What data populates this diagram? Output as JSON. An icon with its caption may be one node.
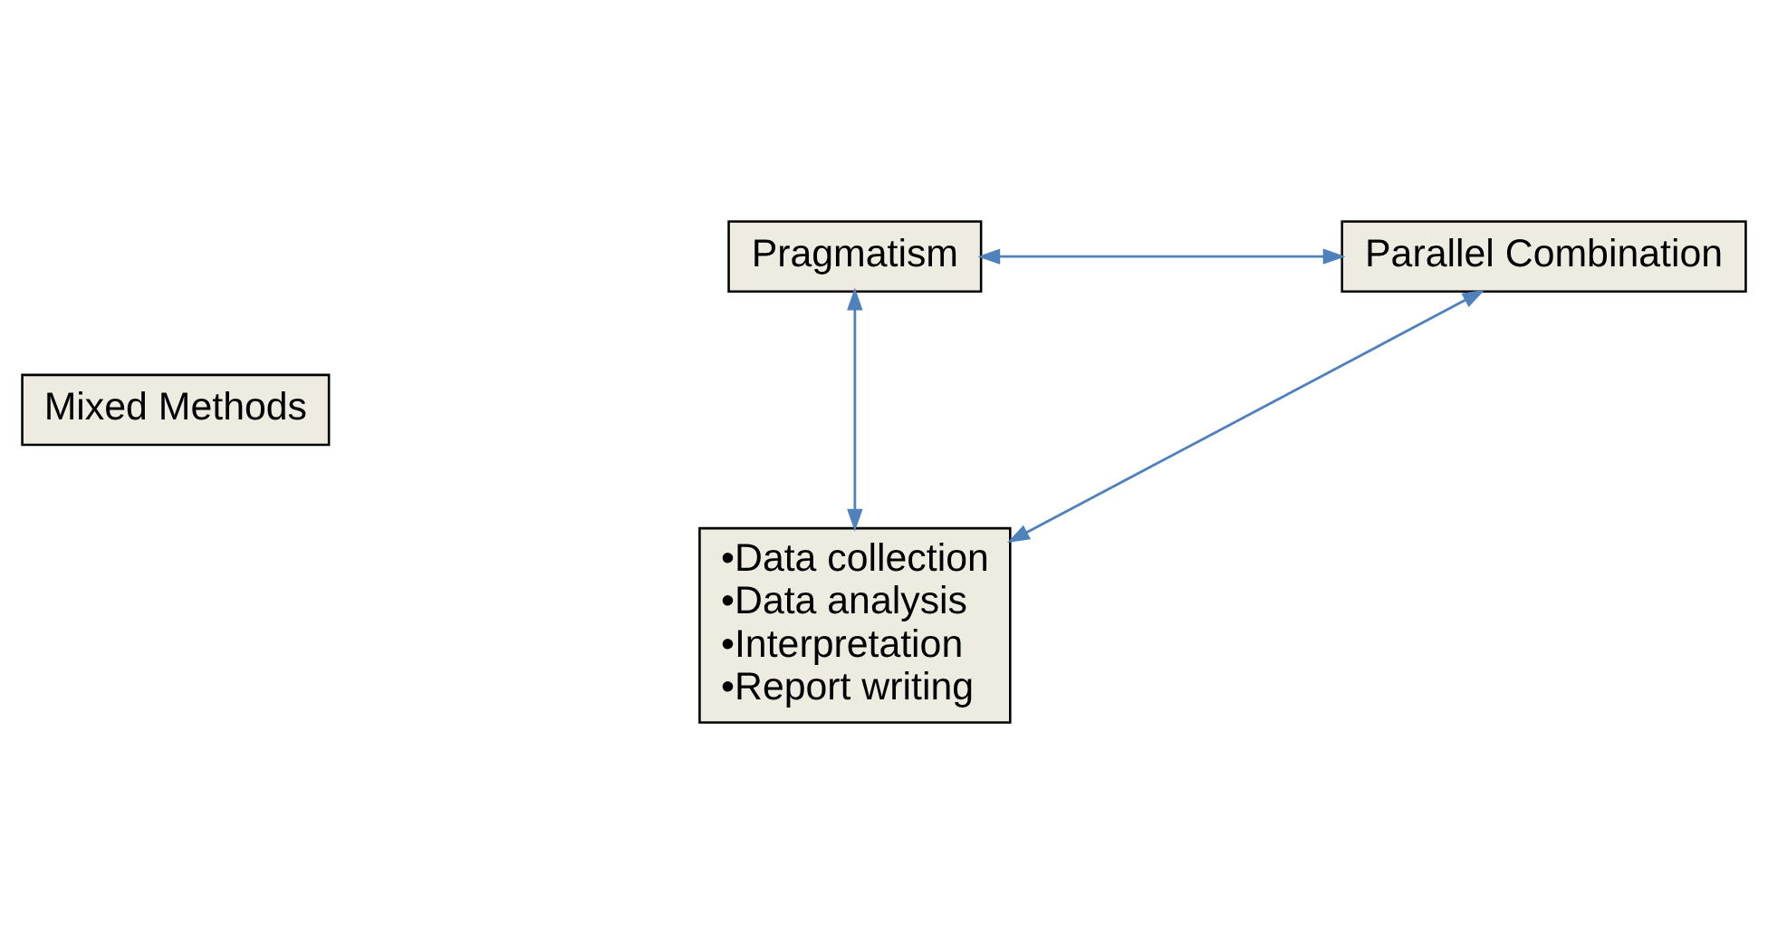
{
  "diagram": {
    "nodes": [
      {
        "text": [
          "Pragmatism"
        ]
      },
      {
        "text": [
          "Parallel Combination"
        ]
      },
      {
        "text": [
          "Mixed Methods"
        ]
      },
      {
        "text": [
          "•Data collection",
          "•Data analysis",
          "•Interpretation",
          "•Report writing"
        ]
      }
    ],
    "edges": [
      {
        "from": 0,
        "to": 1,
        "arrow": "both"
      },
      {
        "from": 0,
        "to": 3,
        "arrow": "both"
      },
      {
        "from": 1,
        "to": 3,
        "arrow": "both"
      }
    ]
  }
}
